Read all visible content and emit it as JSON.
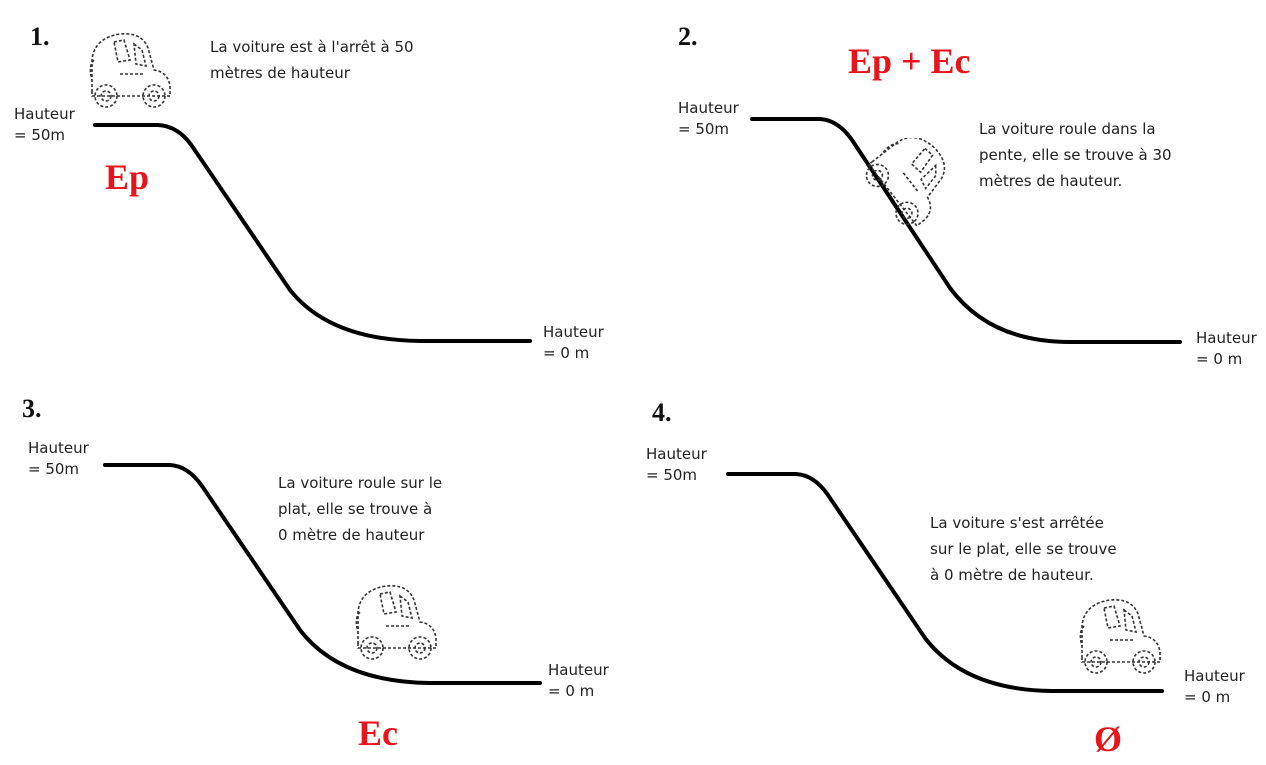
{
  "panels": [
    {
      "number": "1.",
      "top_label": "Hauteur\n= 50m",
      "bottom_label": "Hauteur\n= 0 m",
      "caption": "La voiture est à l'arrêt à 50\nmètres de hauteur",
      "energy": "Ep"
    },
    {
      "number": "2.",
      "top_label": "Hauteur\n= 50m",
      "bottom_label": "Hauteur\n= 0 m",
      "caption": "La voiture roule dans la\npente, elle se trouve à 30\nmètres de hauteur.",
      "energy": "Ep + Ec"
    },
    {
      "number": "3.",
      "top_label": "Hauteur\n= 50m",
      "bottom_label": "Hauteur\n= 0 m",
      "caption": "La voiture roule sur le\nplat, elle se trouve à\n0 mètre de hauteur",
      "energy": "Ec"
    },
    {
      "number": "4.",
      "top_label": "Hauteur\n= 50m",
      "bottom_label": "Hauteur\n= 0 m",
      "caption": "La voiture s'est arrêtée\nsur le plat, elle se trouve\nà 0 mètre de hauteur.",
      "energy": "Ø"
    }
  ],
  "colors": {
    "energy": "#e8141b",
    "track": "#000000"
  }
}
